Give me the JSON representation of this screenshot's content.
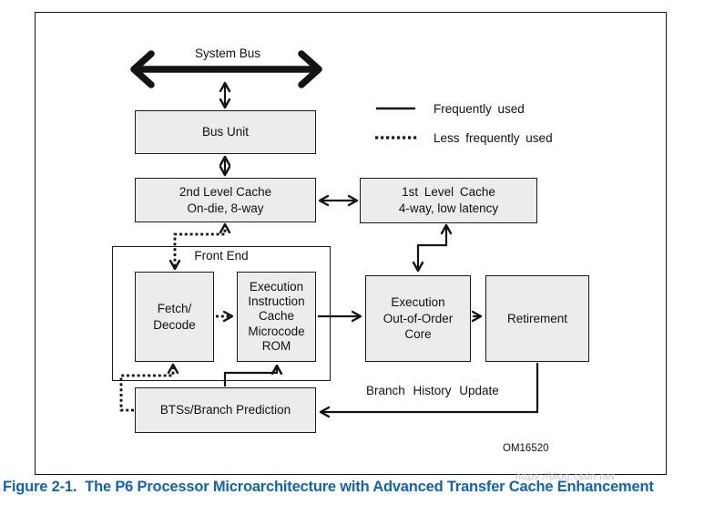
{
  "diagram": {
    "system_bus_label": "System Bus",
    "bus_unit": {
      "label": "Bus Unit"
    },
    "l2_cache": {
      "line1": "2nd Level Cache",
      "line2": "On-die, 8-way"
    },
    "l1_cache": {
      "line1": "1st Level Cache",
      "line2": "4-way, low latency"
    },
    "front_end": {
      "label": "Front End"
    },
    "fetch_decode": {
      "line1": "Fetch/",
      "line2": "Decode"
    },
    "exec_icache": {
      "line1": "Execution",
      "line2": "Instruction",
      "line3": "Cache",
      "line4": "Microcode",
      "line5": "ROM"
    },
    "exec_core": {
      "line1": "Execution",
      "line2": "Out-of-Order",
      "line3": "Core"
    },
    "retirement": {
      "label": "Retirement"
    },
    "bts": {
      "label": "BTSs/Branch Prediction"
    },
    "branch_history_label": "Branch History Update",
    "ref_code": "OM16520",
    "legend": {
      "solid_label": "Frequently used",
      "dotted_label": "Less frequently used"
    }
  },
  "caption": {
    "figure_label": "Figure 2-1.",
    "title": "The P6 Processor Microarchitecture with Advanced Transfer Cache Enhancement"
  },
  "watermark": "https://blog.csdn.net",
  "colors": {
    "box_fill": "#ececec",
    "line": "#141414",
    "caption_blue": "#0f65b2",
    "watermark_gray": "#b5b5b5"
  }
}
